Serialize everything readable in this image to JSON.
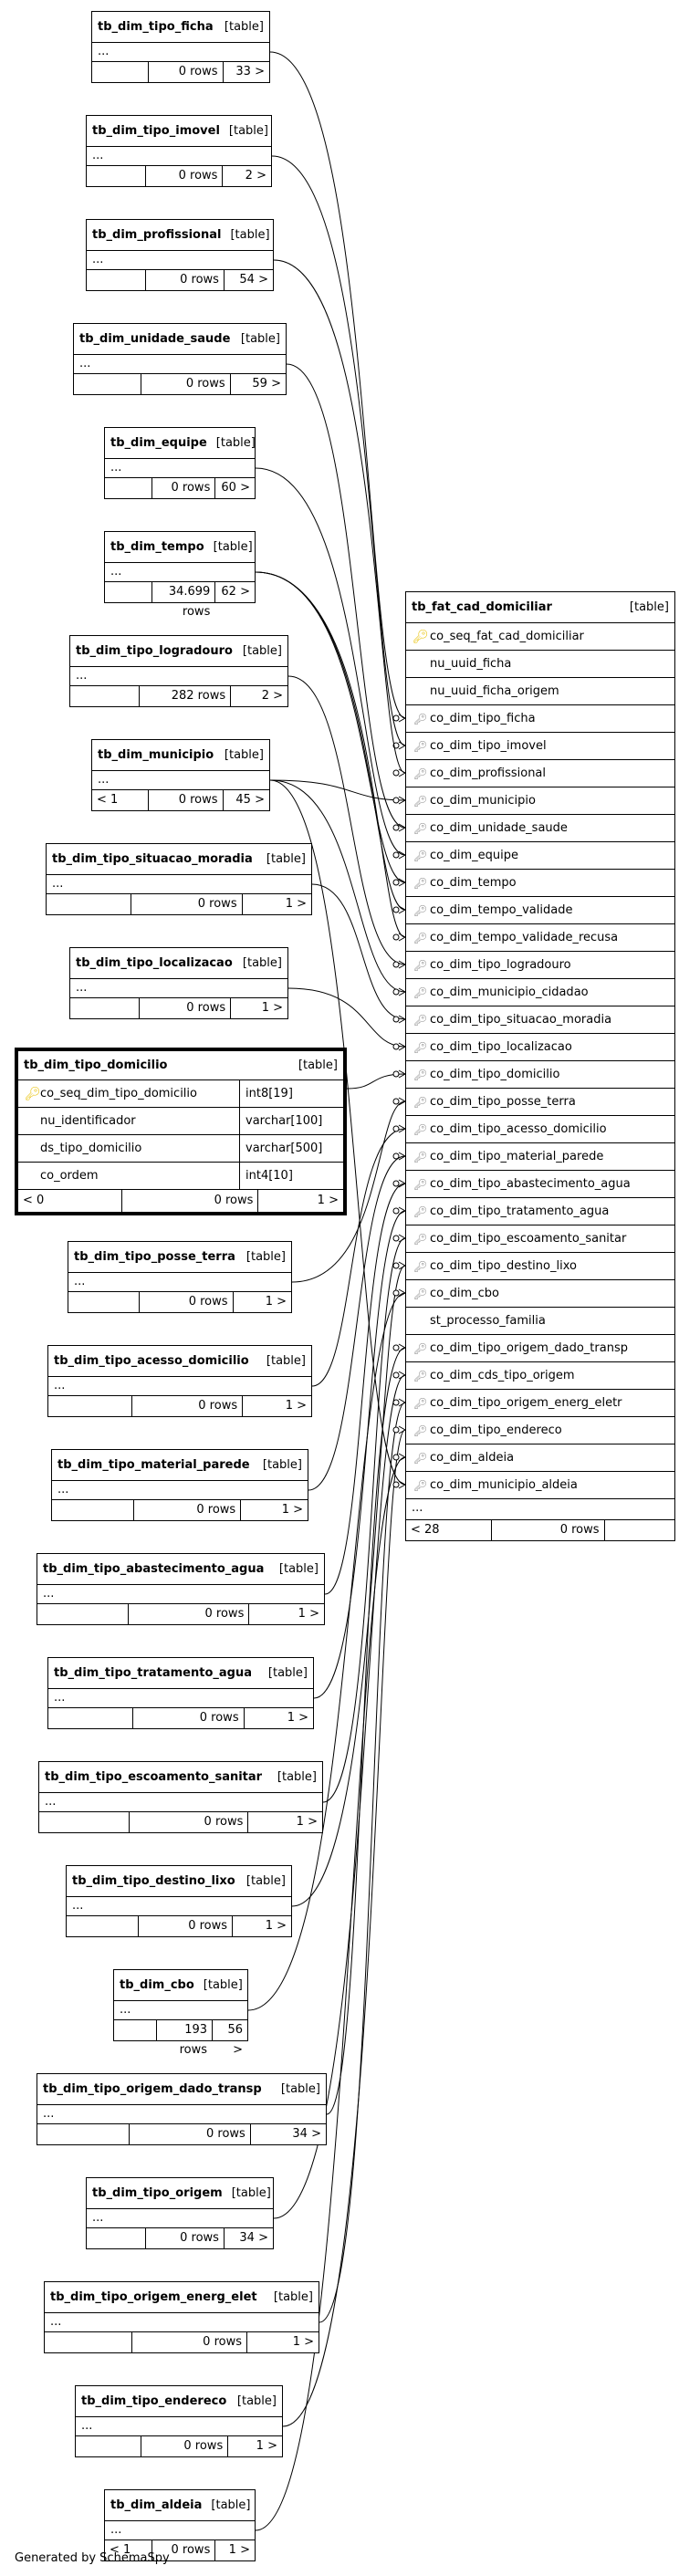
{
  "tables": [
    {
      "id": "t0",
      "name": "tb_dim_tipo_ficha",
      "kind": "[table]",
      "ellipsis": "...",
      "parents": "",
      "rows": "0 rows",
      "children": "33 >"
    },
    {
      "id": "t1",
      "name": "tb_dim_tipo_imovel",
      "kind": "[table]",
      "ellipsis": "...",
      "parents": "",
      "rows": "0 rows",
      "children": "2 >"
    },
    {
      "id": "t2",
      "name": "tb_dim_profissional",
      "kind": "[table]",
      "ellipsis": "...",
      "parents": "",
      "rows": "0 rows",
      "children": "54 >"
    },
    {
      "id": "t3",
      "name": "tb_dim_unidade_saude",
      "kind": "[table]",
      "ellipsis": "...",
      "parents": "",
      "rows": "0 rows",
      "children": "59 >"
    },
    {
      "id": "t4",
      "name": "tb_dim_equipe",
      "kind": "[table]",
      "ellipsis": "...",
      "parents": "",
      "rows": "0 rows",
      "children": "60 >"
    },
    {
      "id": "t5",
      "name": "tb_dim_tempo",
      "kind": "[table]",
      "ellipsis": "...",
      "parents": "",
      "rows": "34.699 rows",
      "children": "62 >"
    },
    {
      "id": "t6",
      "name": "tb_dim_tipo_logradouro",
      "kind": "[table]",
      "ellipsis": "...",
      "parents": "",
      "rows": "282 rows",
      "children": "2 >"
    },
    {
      "id": "t7",
      "name": "tb_dim_municipio",
      "kind": "[table]",
      "ellipsis": "...",
      "parents": "< 1",
      "rows": "0 rows",
      "children": "45 >"
    },
    {
      "id": "t8",
      "name": "tb_dim_tipo_situacao_moradia",
      "kind": "[table]",
      "ellipsis": "...",
      "parents": "",
      "rows": "0 rows",
      "children": "1 >"
    },
    {
      "id": "t9",
      "name": "tb_dim_tipo_localizacao",
      "kind": "[table]",
      "ellipsis": "...",
      "parents": "",
      "rows": "0 rows",
      "children": "1 >"
    },
    {
      "id": "t11",
      "name": "tb_dim_tipo_posse_terra",
      "kind": "[table]",
      "ellipsis": "...",
      "parents": "",
      "rows": "0 rows",
      "children": "1 >"
    },
    {
      "id": "t12",
      "name": "tb_dim_tipo_acesso_domicilio",
      "kind": "[table]",
      "ellipsis": "...",
      "parents": "",
      "rows": "0 rows",
      "children": "1 >"
    },
    {
      "id": "t13",
      "name": "tb_dim_tipo_material_parede",
      "kind": "[table]",
      "ellipsis": "...",
      "parents": "",
      "rows": "0 rows",
      "children": "1 >"
    },
    {
      "id": "t14",
      "name": "tb_dim_tipo_abastecimento_agua",
      "kind": "[table]",
      "ellipsis": "...",
      "parents": "",
      "rows": "0 rows",
      "children": "1 >"
    },
    {
      "id": "t15",
      "name": "tb_dim_tipo_tratamento_agua",
      "kind": "[table]",
      "ellipsis": "...",
      "parents": "",
      "rows": "0 rows",
      "children": "1 >"
    },
    {
      "id": "t16",
      "name": "tb_dim_tipo_escoamento_sanitar",
      "kind": "[table]",
      "ellipsis": "...",
      "parents": "",
      "rows": "0 rows",
      "children": "1 >"
    },
    {
      "id": "t17",
      "name": "tb_dim_tipo_destino_lixo",
      "kind": "[table]",
      "ellipsis": "...",
      "parents": "",
      "rows": "0 rows",
      "children": "1 >"
    },
    {
      "id": "t18",
      "name": "tb_dim_cbo",
      "kind": "[table]",
      "ellipsis": "...",
      "parents": "",
      "rows": "193 rows",
      "children": "56 >"
    },
    {
      "id": "t19",
      "name": "tb_dim_tipo_origem_dado_transp",
      "kind": "[table]",
      "ellipsis": "...",
      "parents": "",
      "rows": "0 rows",
      "children": "34 >"
    },
    {
      "id": "t20",
      "name": "tb_dim_tipo_origem",
      "kind": "[table]",
      "ellipsis": "...",
      "parents": "",
      "rows": "0 rows",
      "children": "34 >"
    },
    {
      "id": "t21",
      "name": "tb_dim_tipo_origem_energ_elet",
      "kind": "[table]",
      "ellipsis": "...",
      "parents": "",
      "rows": "0 rows",
      "children": "1 >"
    },
    {
      "id": "t22",
      "name": "tb_dim_tipo_endereco",
      "kind": "[table]",
      "ellipsis": "...",
      "parents": "",
      "rows": "0 rows",
      "children": "1 >"
    },
    {
      "id": "t23",
      "name": "tb_dim_aldeia",
      "kind": "[table]",
      "ellipsis": "...",
      "parents": "< 1",
      "rows": "0 rows",
      "children": "1 >"
    }
  ],
  "domicilio": {
    "name": "tb_dim_tipo_domicilio",
    "kind": "[table]",
    "columns": [
      {
        "name": "co_seq_dim_tipo_domicilio",
        "type": "int8[19]",
        "pk": true
      },
      {
        "name": "nu_identificador",
        "type": "varchar[100]",
        "pk": false
      },
      {
        "name": "ds_tipo_domicilio",
        "type": "varchar[500]",
        "pk": false
      },
      {
        "name": "co_ordem",
        "type": "int4[10]",
        "pk": false
      }
    ],
    "parents": "< 0",
    "rows": "0 rows",
    "children": "1 >"
  },
  "fact": {
    "name": "tb_fat_cad_domiciliar",
    "kind": "[table]",
    "columns": [
      {
        "name": "co_seq_fat_cad_domiciliar",
        "key": "pk"
      },
      {
        "name": "nu_uuid_ficha",
        "key": ""
      },
      {
        "name": "nu_uuid_ficha_origem",
        "key": ""
      },
      {
        "name": "co_dim_tipo_ficha",
        "key": "fk"
      },
      {
        "name": "co_dim_tipo_imovel",
        "key": "fk"
      },
      {
        "name": "co_dim_profissional",
        "key": "fk"
      },
      {
        "name": "co_dim_municipio",
        "key": "fk"
      },
      {
        "name": "co_dim_unidade_saude",
        "key": "fk"
      },
      {
        "name": "co_dim_equipe",
        "key": "fk"
      },
      {
        "name": "co_dim_tempo",
        "key": "fk"
      },
      {
        "name": "co_dim_tempo_validade",
        "key": "fk"
      },
      {
        "name": "co_dim_tempo_validade_recusa",
        "key": "fk"
      },
      {
        "name": "co_dim_tipo_logradouro",
        "key": "fk"
      },
      {
        "name": "co_dim_municipio_cidadao",
        "key": "fk"
      },
      {
        "name": "co_dim_tipo_situacao_moradia",
        "key": "fk"
      },
      {
        "name": "co_dim_tipo_localizacao",
        "key": "fk"
      },
      {
        "name": "co_dim_tipo_domicilio",
        "key": "fk"
      },
      {
        "name": "co_dim_tipo_posse_terra",
        "key": "fk"
      },
      {
        "name": "co_dim_tipo_acesso_domicilio",
        "key": "fk"
      },
      {
        "name": "co_dim_tipo_material_parede",
        "key": "fk"
      },
      {
        "name": "co_dim_tipo_abastecimento_agua",
        "key": "fk"
      },
      {
        "name": "co_dim_tipo_tratamento_agua",
        "key": "fk"
      },
      {
        "name": "co_dim_tipo_escoamento_sanitar",
        "key": "fk"
      },
      {
        "name": "co_dim_tipo_destino_lixo",
        "key": "fk"
      },
      {
        "name": "co_dim_cbo",
        "key": "fk"
      },
      {
        "name": "st_processo_familia",
        "key": ""
      },
      {
        "name": "co_dim_tipo_origem_dado_transp",
        "key": "fk"
      },
      {
        "name": "co_dim_cds_tipo_origem",
        "key": "fk"
      },
      {
        "name": "co_dim_tipo_origem_energ_eletr",
        "key": "fk"
      },
      {
        "name": "co_dim_tipo_endereco",
        "key": "fk"
      },
      {
        "name": "co_dim_aldeia",
        "key": "fk"
      },
      {
        "name": "co_dim_municipio_aldeia",
        "key": "fk"
      }
    ],
    "ellipsis": "...",
    "parents": "< 28",
    "rows": "0 rows",
    "children": ""
  },
  "footer": {
    "credit": "Generated by SchemaSpy"
  }
}
